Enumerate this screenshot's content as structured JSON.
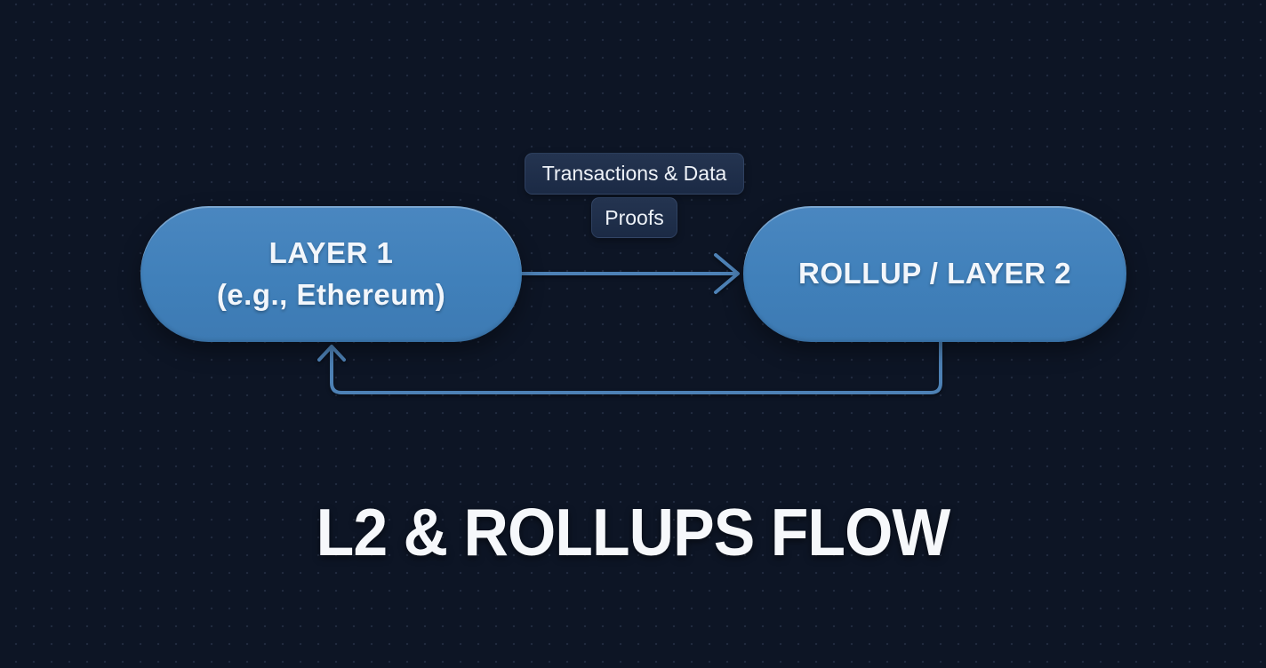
{
  "diagram": {
    "title": "L2 & ROLLUPS FLOW",
    "background_color": "#0d1525",
    "node_color": "#4281bb",
    "arrow_color": "#4d81b5",
    "nodes": {
      "layer1": {
        "line1": "LAYER 1",
        "line2": "(e.g., Ethereum)"
      },
      "rollup": {
        "label": "ROLLUP / LAYER 2"
      }
    },
    "edges": {
      "forward": {
        "label": "Transactions & Data",
        "from": "LAYER 1 (e.g., Ethereum)",
        "to": "ROLLUP / LAYER 2"
      },
      "return": {
        "label": "Proofs",
        "from": "ROLLUP / LAYER 2",
        "to": "LAYER 1 (e.g., Ethereum)"
      }
    }
  }
}
